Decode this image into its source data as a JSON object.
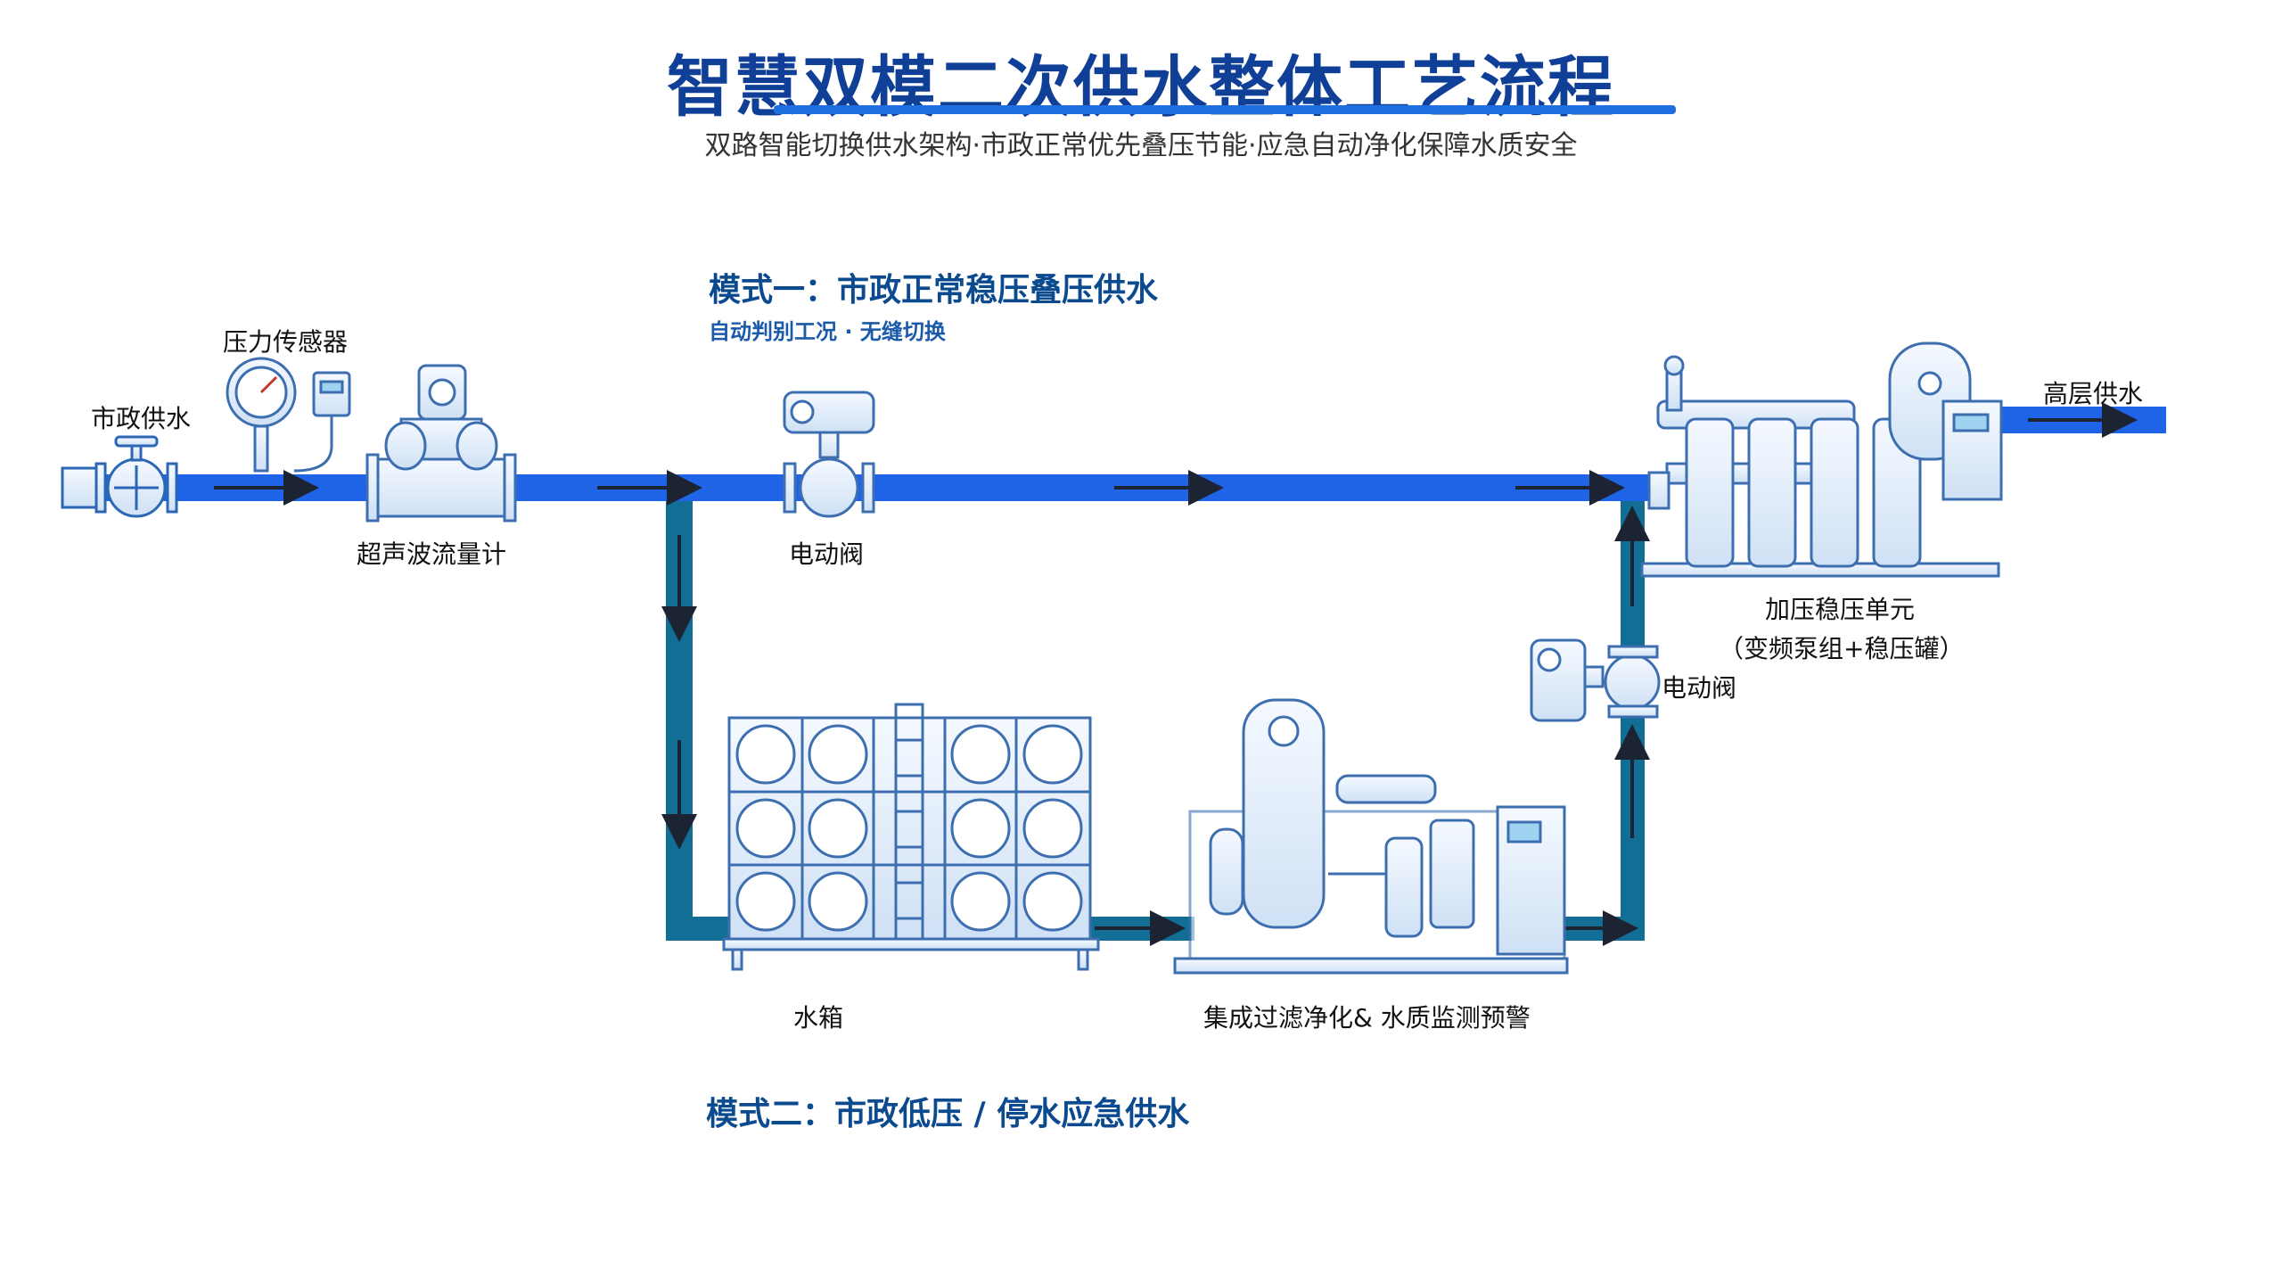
{
  "header": {
    "title": "智慧双模二次供水整体工艺流程",
    "subtitle": "双路智能切换供水架构·市政正常优先叠压节能·应急自动净化保障水质安全"
  },
  "mode1": {
    "title": "模式一：市政正常稳压叠压供水",
    "hint": "自动判别工况 · 无缝切换"
  },
  "mode2": {
    "title": "模式二：市政低压 / 停水应急供水"
  },
  "labels": {
    "municipal": "市政供水",
    "pressure_sensor": "压力传感器",
    "flowmeter": "超声波流量计",
    "valve_top": "电动阀",
    "booster": "加压稳压单元",
    "booster_sub": "（变频泵组+稳压罐）",
    "valve_right": "电动阀",
    "high_rise": "高层供水",
    "tank": "水箱",
    "filter": "集成过滤净化& 水质监测预警"
  },
  "colors": {
    "pipe_main": "#1f64e6",
    "pipe_emergency": "#136e95",
    "arrow": "#1c2433",
    "equip_line": "#3d6fb0",
    "equip_fill": "#eaf3fc"
  }
}
